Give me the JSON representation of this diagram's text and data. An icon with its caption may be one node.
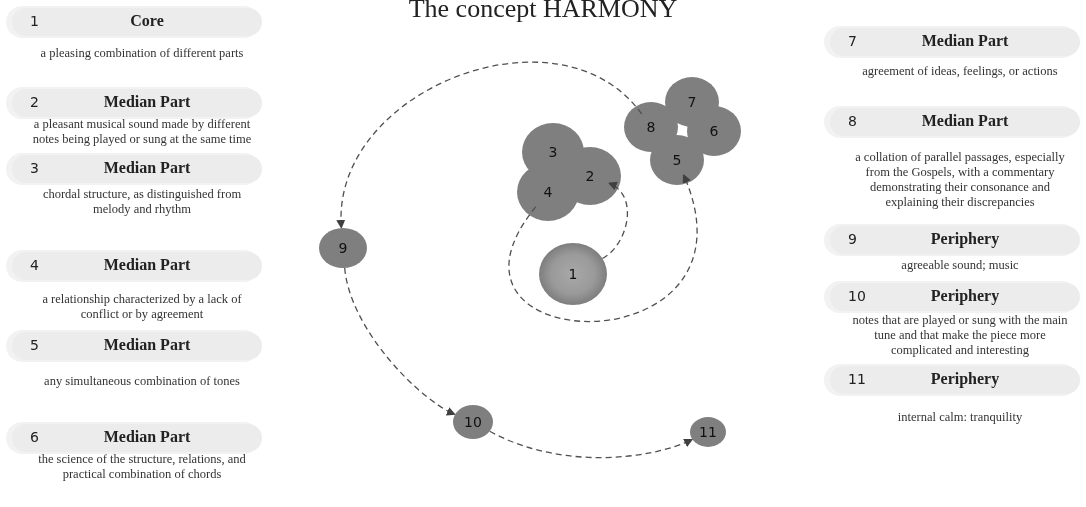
{
  "diagram": {
    "title": "The concept HARMONY",
    "nodes": [
      {
        "text": [
          "1",
          "Core"
        ],
        "beside": [
          "a pleasing combination of different parts"
        ]
      },
      {
        "text": [
          "2",
          "Median Part"
        ],
        "beside": [
          "a pleasant musical sound made by different notes being played or sung at the same time"
        ]
      },
      {
        "text": [
          "3",
          "Median Part"
        ],
        "beside": [
          "chordal structure, as distinguished from melody and rhythm"
        ]
      },
      {
        "text": [
          "4",
          "Median Part"
        ],
        "beside": [
          "a relationship characterized by a lack of conflict or by agreement"
        ]
      },
      {
        "text": [
          "5",
          "Median Part"
        ],
        "beside": [
          "any simultaneous combination of tones"
        ]
      },
      {
        "text": [
          "6",
          "Median Part"
        ],
        "beside": [
          "the science of the structure, relations, and practical combination of chords"
        ]
      },
      {
        "text": [
          "1"
        ]
      },
      {
        "text": [
          "2"
        ]
      },
      {
        "text": [
          "3"
        ]
      },
      {
        "text": [
          "4"
        ]
      },
      {
        "text": [
          "5"
        ]
      },
      {
        "text": [
          "6"
        ]
      },
      {
        "text": [
          "7"
        ]
      },
      {
        "text": [
          "8"
        ]
      },
      {
        "text": [
          "9"
        ]
      },
      {
        "text": [
          "10"
        ]
      },
      {
        "text": [
          "11"
        ]
      },
      {
        "text": [
          "7",
          "Median Part"
        ],
        "beside": [
          "agreement of ideas, feelings, or actions"
        ]
      },
      {
        "text": [
          "8",
          "Median Part"
        ],
        "beside": [
          "a collation of parallel passages, especially from the Gospels, with a commentary demonstrating their consonance and explaining their discrepancies"
        ]
      },
      {
        "text": [
          "9",
          "Periphery"
        ],
        "beside": [
          "agreeable sound; music"
        ]
      },
      {
        "text": [
          "10",
          "Periphery"
        ],
        "beside": [
          "notes that are played or sung with the main tune and that make the piece more complicated and interesting"
        ]
      },
      {
        "text": [
          "11",
          "Periphery"
        ],
        "beside": [
          "internal calm: tranquility"
        ]
      }
    ],
    "edges": [
      {
        "from": 6,
        "to": 7,
        "arrow": "to",
        "style": "dashed"
      },
      {
        "from": 9,
        "to": 10,
        "arrow": "to",
        "style": "dashed"
      },
      {
        "from": 13,
        "to": 14,
        "arrow": "to",
        "style": "dashed"
      },
      {
        "from": 14,
        "to": 15,
        "arrow": "to",
        "style": "dashed"
      },
      {
        "from": 15,
        "to": 16,
        "arrow": "to",
        "style": "dashed"
      }
    ]
  }
}
